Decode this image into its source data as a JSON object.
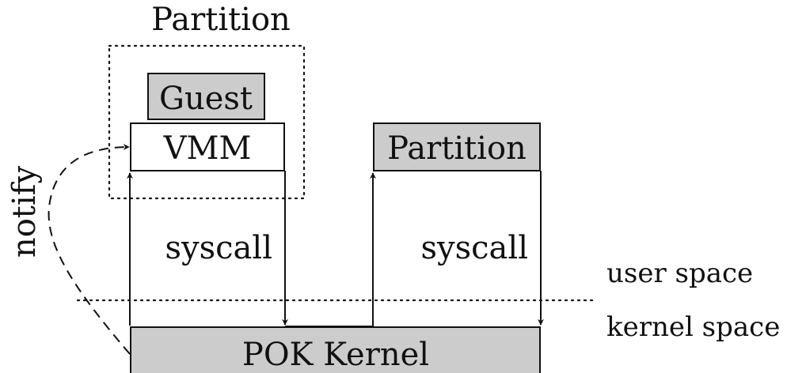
{
  "partition_group": {
    "title": "Partition"
  },
  "guest_box": {
    "label": "Guest"
  },
  "vmm_box": {
    "label": "VMM"
  },
  "partition_box": {
    "label": "Partition"
  },
  "kernel_box": {
    "label": "POK Kernel"
  },
  "syscall_left": {
    "label": "syscall"
  },
  "syscall_right": {
    "label": "syscall"
  },
  "notify_label": {
    "label": "notify"
  },
  "space_labels": {
    "user": "user space",
    "kernel": "kernel space"
  },
  "colors": {
    "box_fill": "#cccccc",
    "stroke": "#111111",
    "background": "#ffffff"
  }
}
